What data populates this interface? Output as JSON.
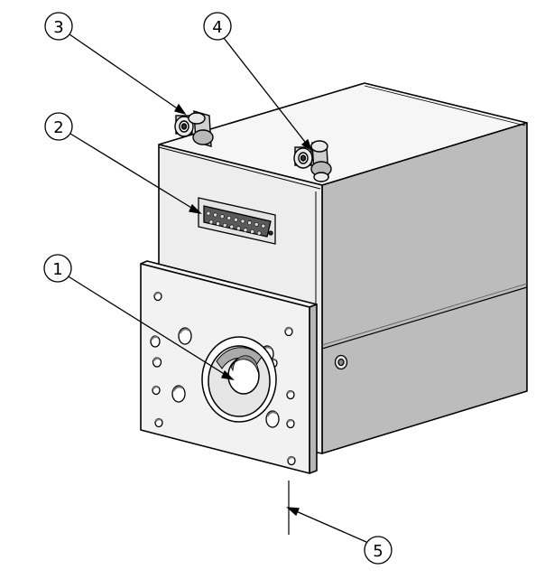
{
  "callouts": [
    {
      "id": "1",
      "label": "1"
    },
    {
      "id": "2",
      "label": "2"
    },
    {
      "id": "3",
      "label": "3"
    },
    {
      "id": "4",
      "label": "4"
    },
    {
      "id": "5",
      "label": "5"
    }
  ],
  "colors": {
    "line": "#000000",
    "front_face": "#ededed",
    "side_face": "#bdbdbd",
    "top_face": "#f6f6f6",
    "plate_face": "#f2f2f2",
    "plate_edge": "#b8b8b8"
  }
}
